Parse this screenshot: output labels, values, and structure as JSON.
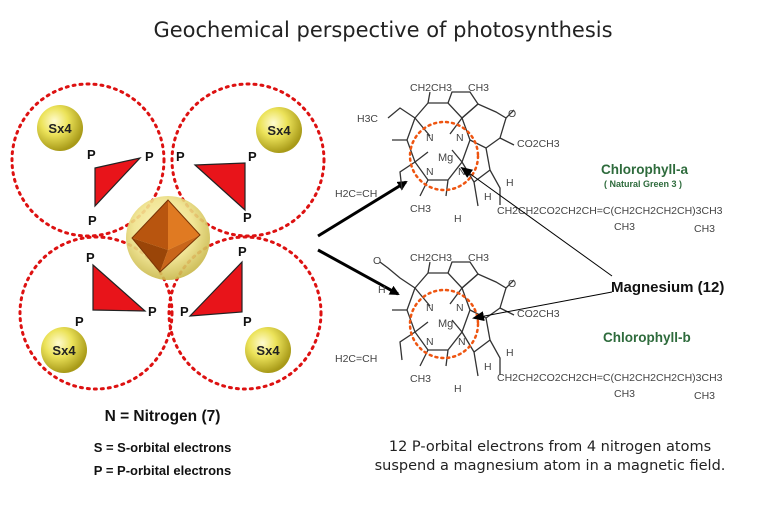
{
  "title": "Geochemical perspective of photosynthesis",
  "sulfur_label": "Sx4",
  "p_label": "P",
  "legend": {
    "nitrogen": "N = Nitrogen (7)",
    "s_orbital": "S = S-orbital electrons",
    "p_orbital": "P = P-orbital electrons"
  },
  "chlorophyll_a": {
    "name": "Chlorophyll-a",
    "subtitle": "( Natural Green 3 )",
    "top_group": "CH2CH3",
    "left_group": "H3C",
    "vinyl_group": "H2C=CH",
    "ester_group": "CO2CH3",
    "tail": "CH2CH2CO2CH2CH=C(CH2CH2CH2CH)3CH3",
    "tail_branch_1": "CH3",
    "tail_branch_2": "CH3"
  },
  "chlorophyll_b": {
    "name": "Chlorophyll-b",
    "top_group": "CH2CH3",
    "aldehyde_o": "O",
    "aldehyde_h": "H",
    "vinyl_group": "H2C=CH",
    "ester_group": "CO2CH3",
    "tail": "CH2CH2CO2CH2CH=C(CH2CH2CH2CH)3CH3",
    "tail_branch_1": "CH3",
    "tail_branch_2": "CH3"
  },
  "atoms": {
    "n": "N",
    "mg": "Mg",
    "h": "H",
    "o": "O",
    "ch3": "CH3"
  },
  "magnesium_label": "Magnesium (12)",
  "caption": {
    "line1": "12 P-orbital electrons from 4 nitrogen atoms",
    "line2": "suspend a magnesium atom in a magnetic field."
  },
  "colors": {
    "dotted_circle": "#dd1111",
    "triangle": "#e8141a",
    "sphere": "#e0d94a",
    "octahedron": "#c8611a",
    "mg_circle": "#ee5511",
    "chlorophyll_name": "#2e6b3c"
  }
}
